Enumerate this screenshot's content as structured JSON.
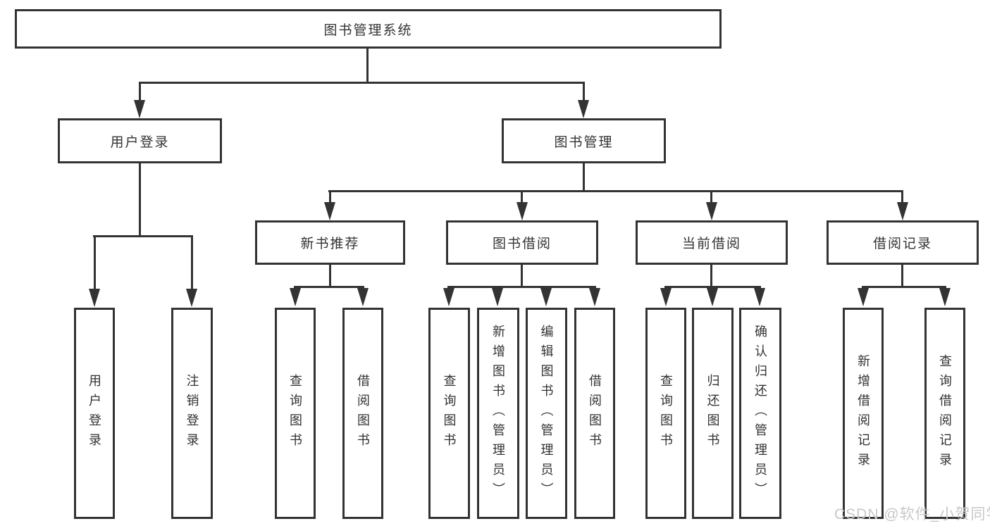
{
  "tree": {
    "label": "图书管理系统",
    "children": [
      {
        "label": "用户登录",
        "children": [
          {
            "label": "用户登录"
          },
          {
            "label": "注销登录"
          }
        ]
      },
      {
        "label": "图书管理",
        "children": [
          {
            "label": "新书推荐",
            "children": [
              {
                "label": "查询图书"
              },
              {
                "label": "借阅图书"
              }
            ]
          },
          {
            "label": "图书借阅",
            "children": [
              {
                "label": "查询图书"
              },
              {
                "label": "新增图书（管理员）"
              },
              {
                "label": "编辑图书（管理员）"
              },
              {
                "label": "借阅图书"
              }
            ]
          },
          {
            "label": "当前借阅",
            "children": [
              {
                "label": "查询图书"
              },
              {
                "label": "归还图书"
              },
              {
                "label": "确认归还（管理员）"
              }
            ]
          },
          {
            "label": "借阅记录",
            "children": [
              {
                "label": "新增借阅记录"
              },
              {
                "label": "查询借阅记录"
              }
            ]
          }
        ]
      }
    ]
  },
  "watermark": "CSDN @软件_小贺同学",
  "colors": {
    "line": "#333333",
    "text": "#333333",
    "watermark": "#c8c8c8",
    "background": "#ffffff"
  }
}
